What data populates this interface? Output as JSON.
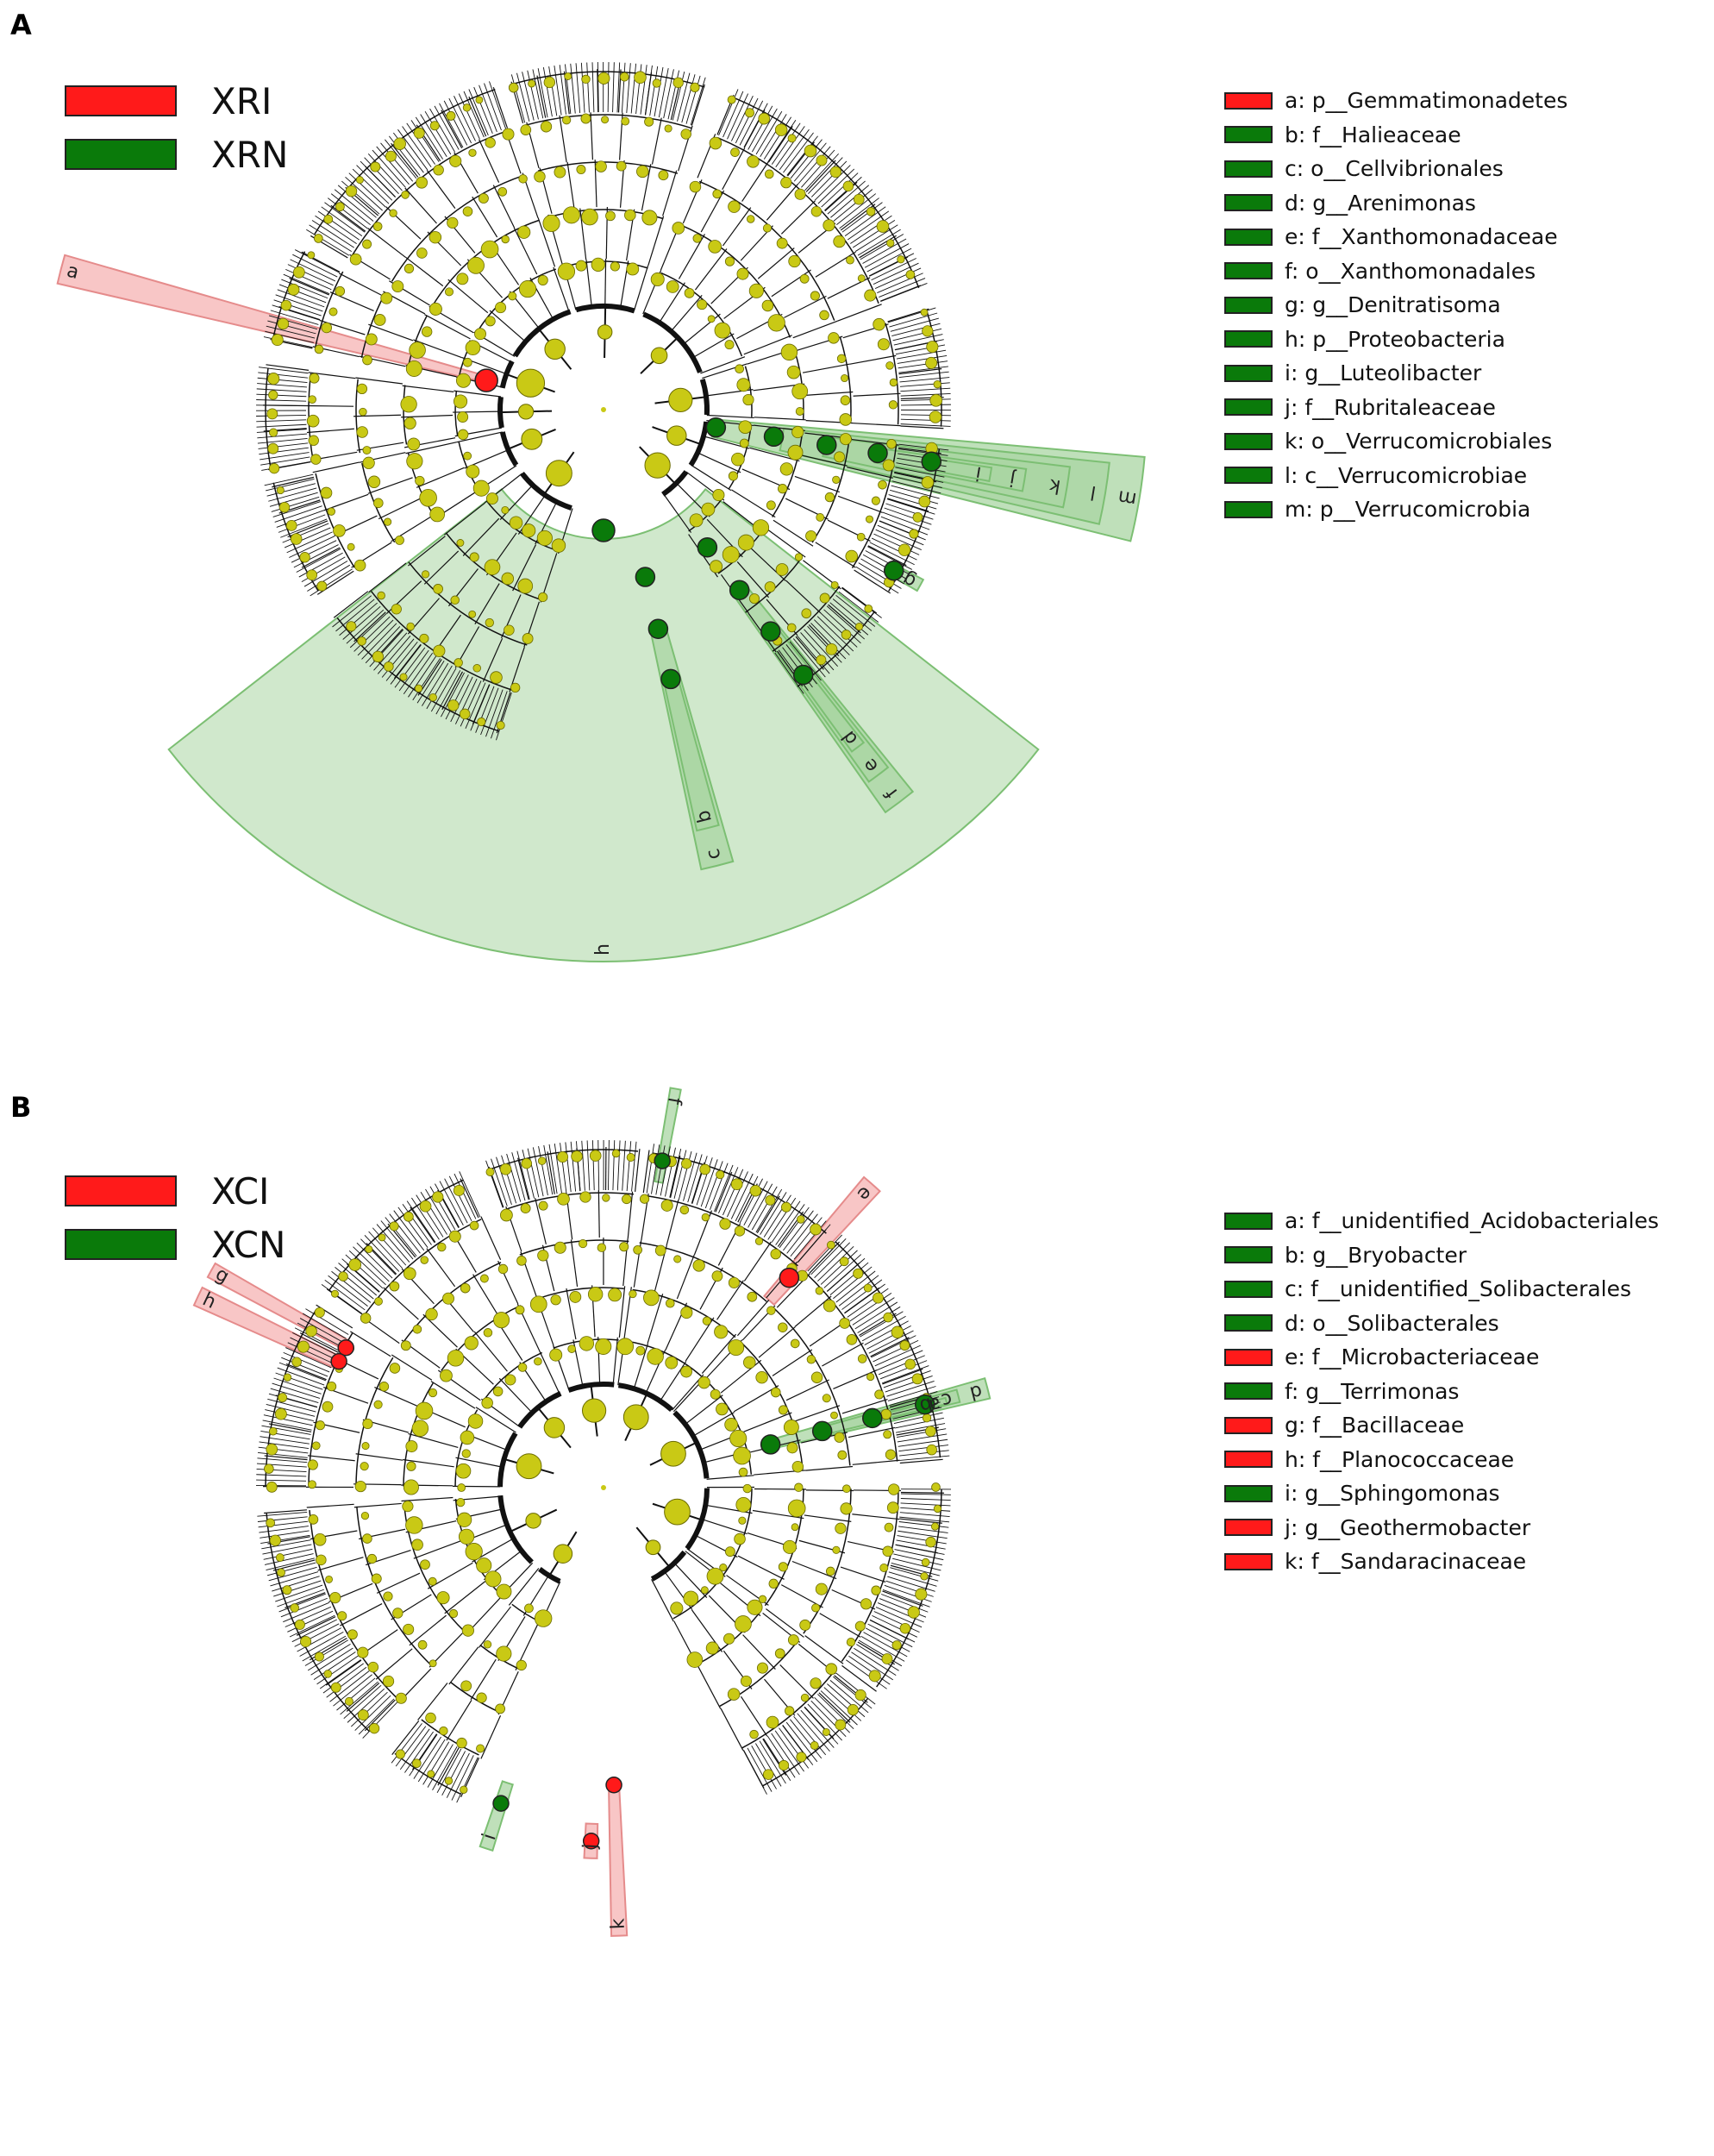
{
  "colors": {
    "red": "#ff1a1a",
    "green": "#0a7a0a",
    "node": "#c9c915",
    "node_stroke": "#6b6b00",
    "red_sector": "#f6b3b3",
    "green_sector": "#a9d6a3"
  },
  "panels": [
    {
      "letter": "A",
      "groups": [
        {
          "label": "XRI",
          "color": "#ff1a1a"
        },
        {
          "label": "XRN",
          "color": "#0a7a0a"
        }
      ],
      "taxa": [
        {
          "letter": "a",
          "label": "a: p__Gemmatimonadetes",
          "color": "#ff1a1a"
        },
        {
          "letter": "b",
          "label": "b: f__Halieaceae",
          "color": "#0a7a0a"
        },
        {
          "letter": "c",
          "label": "c: o__Cellvibrionales",
          "color": "#0a7a0a"
        },
        {
          "letter": "d",
          "label": "d: g__Arenimonas",
          "color": "#0a7a0a"
        },
        {
          "letter": "e",
          "label": "e: f__Xanthomonadaceae",
          "color": "#0a7a0a"
        },
        {
          "letter": "f",
          "label": "f: o__Xanthomonadales",
          "color": "#0a7a0a"
        },
        {
          "letter": "g",
          "label": "g: g__Denitratisoma",
          "color": "#0a7a0a"
        },
        {
          "letter": "h",
          "label": "h: p__Proteobacteria",
          "color": "#0a7a0a"
        },
        {
          "letter": "i",
          "label": "i: g__Luteolibacter",
          "color": "#0a7a0a"
        },
        {
          "letter": "j",
          "label": "j: f__Rubritaleaceae",
          "color": "#0a7a0a"
        },
        {
          "letter": "k",
          "label": "k: o__Verrucomicrobiales",
          "color": "#0a7a0a"
        },
        {
          "letter": "l",
          "label": "l: c__Verrucomicrobiae",
          "color": "#0a7a0a"
        },
        {
          "letter": "m",
          "label": "m: p__Verrucomicrobia",
          "color": "#0a7a0a"
        }
      ],
      "sector_letters": [
        "a",
        "b",
        "c",
        "d",
        "e",
        "f",
        "g",
        "h",
        "i",
        "j",
        "k",
        "l",
        "m"
      ]
    },
    {
      "letter": "B",
      "groups": [
        {
          "label": "XCI",
          "color": "#ff1a1a"
        },
        {
          "label": "XCN",
          "color": "#0a7a0a"
        }
      ],
      "taxa": [
        {
          "letter": "a",
          "label": "a: f__unidentified_Acidobacteriales",
          "color": "#0a7a0a"
        },
        {
          "letter": "b",
          "label": "b: g__Bryobacter",
          "color": "#0a7a0a"
        },
        {
          "letter": "c",
          "label": "c: f__unidentified_Solibacterales",
          "color": "#0a7a0a"
        },
        {
          "letter": "d",
          "label": "d: o__Solibacterales",
          "color": "#0a7a0a"
        },
        {
          "letter": "e",
          "label": "e: f__Microbacteriaceae",
          "color": "#ff1a1a"
        },
        {
          "letter": "f",
          "label": "f: g__Terrimonas",
          "color": "#0a7a0a"
        },
        {
          "letter": "g",
          "label": "g: f__Bacillaceae",
          "color": "#ff1a1a"
        },
        {
          "letter": "h",
          "label": "h: f__Planococcaceae",
          "color": "#ff1a1a"
        },
        {
          "letter": "i",
          "label": "i: g__Sphingomonas",
          "color": "#0a7a0a"
        },
        {
          "letter": "j",
          "label": "j: g__Geothermobacter",
          "color": "#ff1a1a"
        },
        {
          "letter": "k",
          "label": "k: f__Sandaracinaceae",
          "color": "#ff1a1a"
        }
      ],
      "sector_letters": [
        "a",
        "b",
        "c",
        "d",
        "e",
        "f",
        "g",
        "h",
        "i",
        "j",
        "k"
      ]
    }
  ]
}
